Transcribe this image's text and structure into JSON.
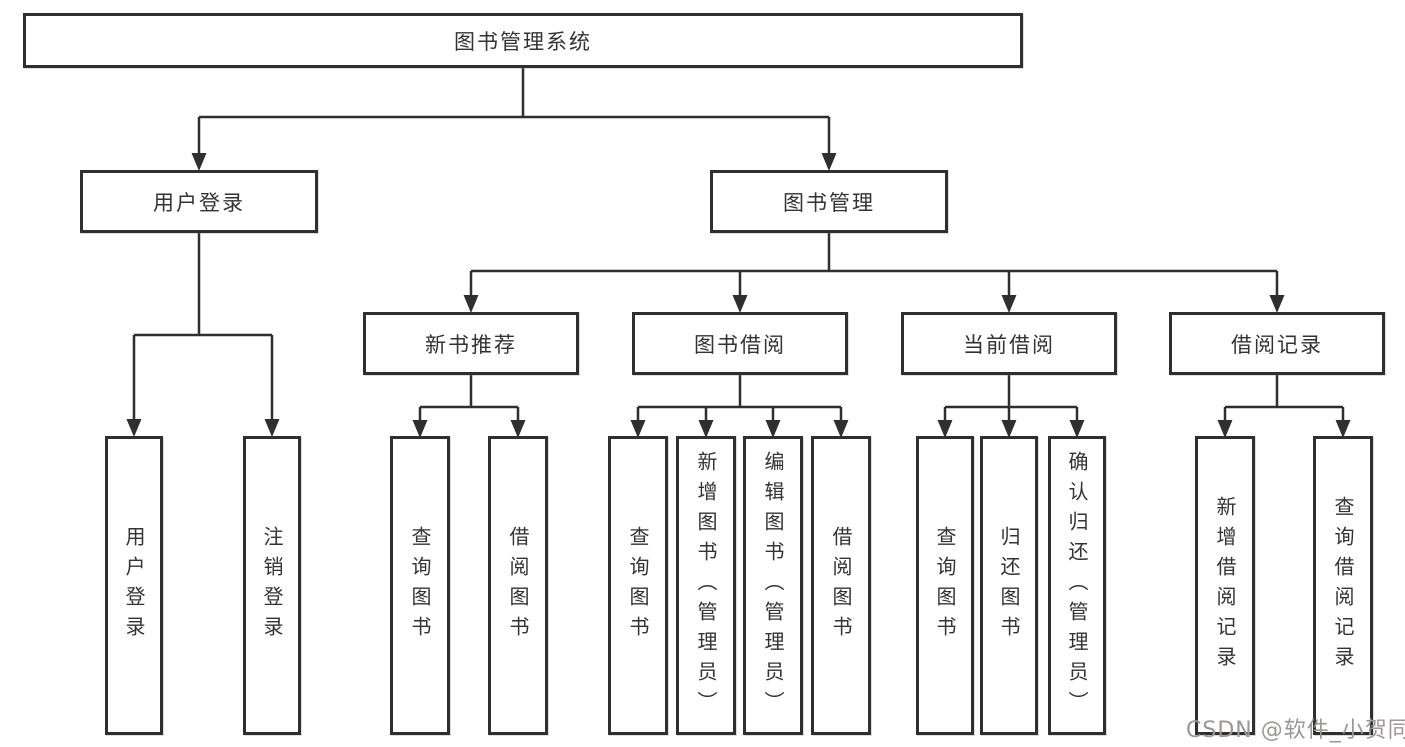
{
  "diagram": {
    "title_node": "图书管理系统",
    "level2": [
      "用户登录",
      "图书管理"
    ],
    "level3": [
      "新书推荐",
      "图书借阅",
      "当前借阅",
      "借阅记录"
    ],
    "leaves": [
      [
        "用户登录",
        "注销登录"
      ],
      [
        "查询图书",
        "借阅图书"
      ],
      [
        "查询图书",
        "新增图书（管理员）",
        "编辑图书（管理员）",
        "借阅图书"
      ],
      [
        "查询图书",
        "归还图书",
        "确认归还（管理员）"
      ],
      [
        "新增借阅记录",
        "查询借阅记录"
      ]
    ]
  },
  "watermark": "CSDN @软件_小贺同学",
  "colors": {
    "line": "#2f2f2f",
    "text": "#333333",
    "watermark": "#9c9695",
    "background": "#ffffff"
  }
}
